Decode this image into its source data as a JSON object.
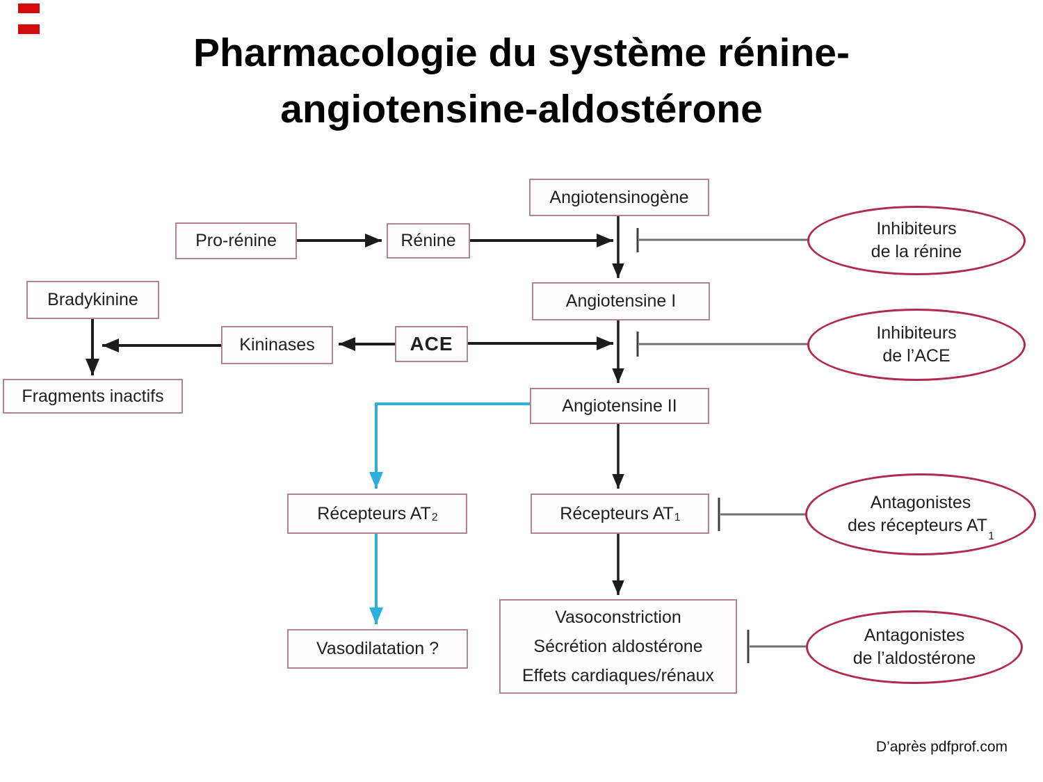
{
  "slide": {
    "title_line1": "Pharmacologie du système rénine-",
    "title_line2": "angiotensine-aldostérone",
    "credit": "D’après pdfprof.com"
  },
  "colors": {
    "box_border": "#b5838f",
    "ellipse_border": "#b12a4e",
    "arrow_black": "#1c1c1c",
    "arrow_cyan": "#2bafdb",
    "inhibit_line_gray": "#6f6f6f",
    "tick_bar": "#3f3f3f",
    "red_bar": "#d40b0b"
  },
  "boxes": {
    "angiotensinogene": {
      "label": "Angiotensinogène"
    },
    "pro_renine": {
      "label": "Pro-rénine"
    },
    "renine": {
      "label": "Rénine"
    },
    "bradykinine": {
      "label": "Bradykinine"
    },
    "angiotensine_1": {
      "label": "Angiotensine I"
    },
    "kininases": {
      "label": "Kininases"
    },
    "ace": {
      "label": "ACE"
    },
    "fragments_inactifs": {
      "label": "Fragments inactifs"
    },
    "angiotensine_2": {
      "label": "Angiotensine II"
    },
    "recepteurs_at2": {
      "label": "Récepteurs AT",
      "sub": "2"
    },
    "recepteurs_at1": {
      "label": "Récepteurs AT",
      "sub": "1"
    },
    "vasoconstriction": {
      "lines": [
        "Vasoconstriction",
        "Sécrétion aldostérone",
        "Effets cardiaques/rénaux"
      ]
    },
    "vasodilatation": {
      "label": "Vasodilatation ?"
    }
  },
  "ellipses": {
    "inhibiteurs_renine": {
      "line1": "Inhibiteurs",
      "line2": "de la rénine"
    },
    "inhibiteurs_ace": {
      "line1": "Inhibiteurs",
      "line2": "de l’ACE"
    },
    "antagonistes_at1": {
      "line1": "Antagonistes",
      "line2": "des récepteurs AT",
      "sub": "1"
    },
    "antagonistes_aldosterone": {
      "line1": "Antagonistes",
      "line2": "de l’aldostérone"
    }
  }
}
